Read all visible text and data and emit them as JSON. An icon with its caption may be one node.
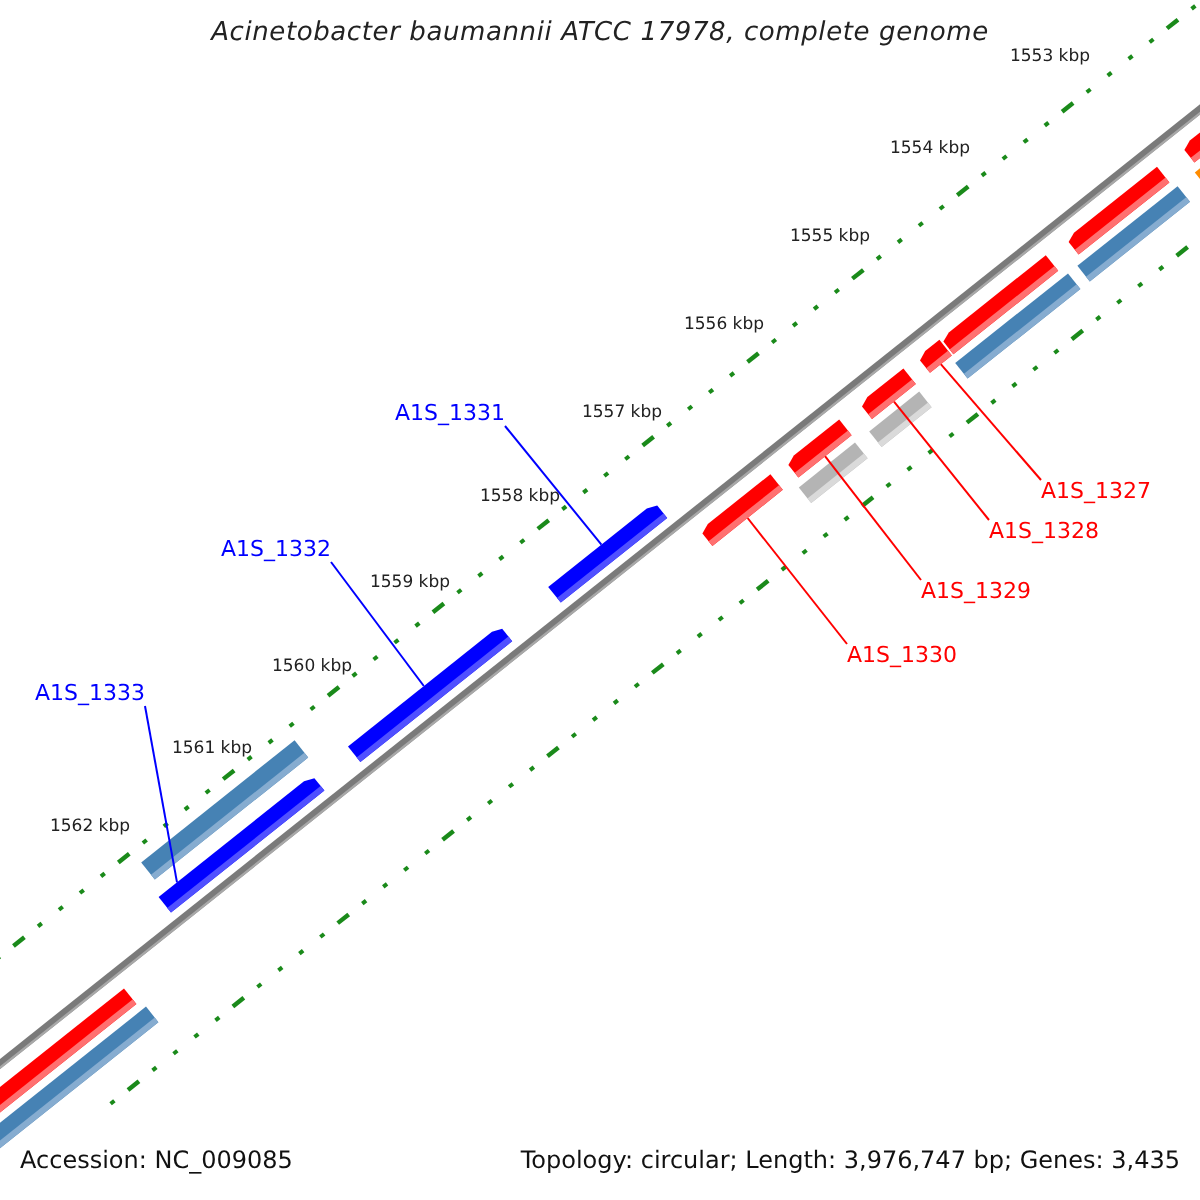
{
  "diagram": {
    "title": "Acinetobacter baumannii ATCC 17978, complete genome",
    "nodes": [
      {
        "text": [
          "A1S_1331"
        ]
      },
      {
        "text": [
          "A1S_1327"
        ]
      },
      {
        "text": [
          "A1S_1328"
        ]
      },
      {
        "text": [
          "A1S_1332"
        ]
      },
      {
        "text": [
          "A1S_1329"
        ]
      },
      {
        "text": [
          "A1S_1330"
        ]
      },
      {
        "text": [
          "A1S_1333"
        ]
      },
      {
        "text": [],
        "shape": "bar"
      },
      {
        "text": [],
        "shape": "bar"
      },
      {
        "text": [],
        "shape": "bar"
      },
      {
        "text": [],
        "shape": "bar"
      },
      {
        "text": [],
        "shape": "bar"
      },
      {
        "text": [],
        "shape": "bar"
      },
      {
        "text": [],
        "shape": "bar"
      }
    ],
    "edges": [
      {
        "from": 0,
        "to": 9,
        "arrow": "none",
        "color": "#0000ff"
      },
      {
        "from": 1,
        "to": 13,
        "arrow": "none"
      },
      {
        "from": 2,
        "to": 12,
        "arrow": "none"
      },
      {
        "from": 3,
        "to": 8,
        "arrow": "none",
        "color": "#0000ff"
      },
      {
        "from": 4,
        "to": 11,
        "arrow": "none"
      },
      {
        "from": 5,
        "to": 10,
        "arrow": "none"
      },
      {
        "from": 6,
        "to": 7,
        "arrow": "none",
        "color": "#0000ff"
      }
    ],
    "labels": [
      "1553 kbp",
      "1554 kbp",
      "1555 kbp",
      "1556 kbp",
      "1557 kbp",
      "1558 kbp",
      "1559 kbp",
      "1560 kbp",
      "1561 kbp",
      "1562 kbp",
      "Accession: NC_009085",
      "Topology: circular; Length: 3,976,747 bp; Genes: 3,435"
    ]
  }
}
